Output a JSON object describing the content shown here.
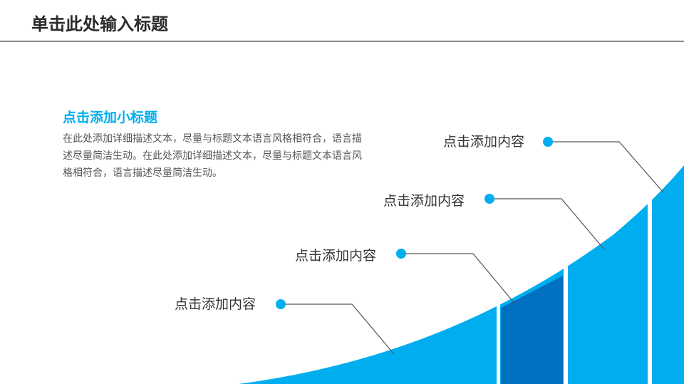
{
  "slide": {
    "title": "单击此处输入标题",
    "subtitle": "点击添加小标题",
    "description": "在此处添加详细描述文本，尽量与标题文本语言风格相符合，语言描述尽量简洁生动。在此处添加详细描述文本，尽量与标题文本语言风格相符合，语言描述尽量简洁生动。",
    "callouts": [
      {
        "label": "点击添加内容"
      },
      {
        "label": "点击添加内容"
      },
      {
        "label": "点击添加内容"
      },
      {
        "label": "点击添加内容"
      }
    ]
  },
  "colors": {
    "accent": "#00aeef",
    "accent_dark": "#0070c0",
    "title_rule": "#8c8c8c",
    "connector": "#555555"
  }
}
